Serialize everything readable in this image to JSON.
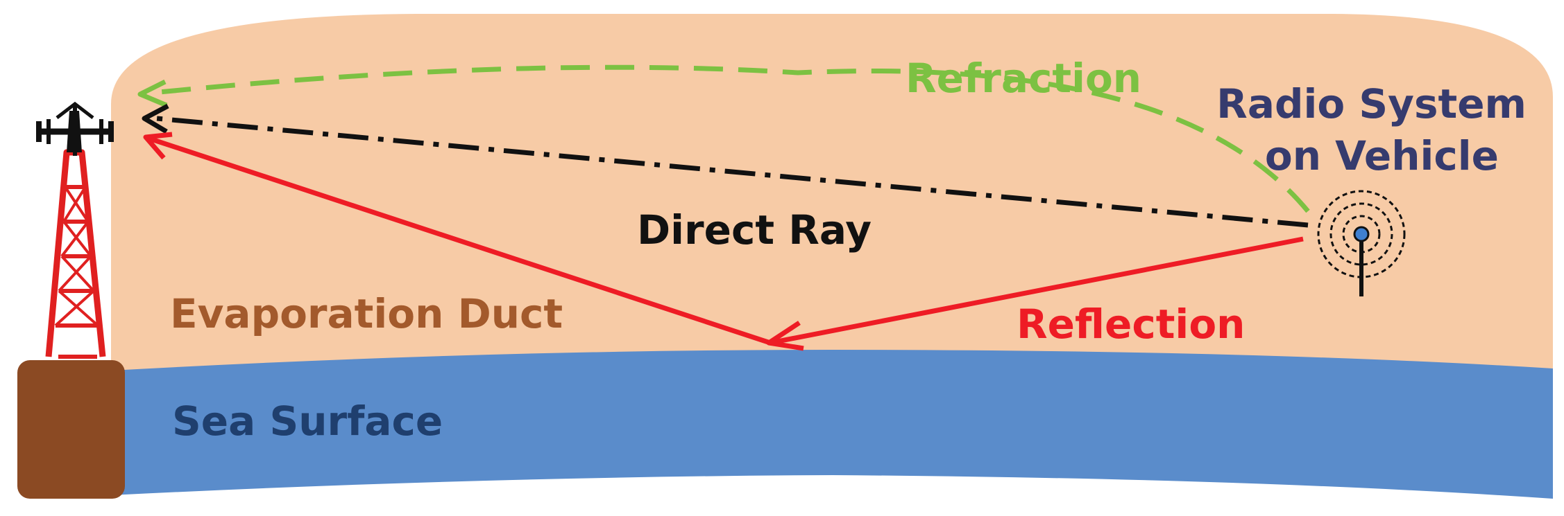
{
  "labels": {
    "refraction": "Refraction",
    "radio_system_line1": "Radio System",
    "radio_system_line2": "on Vehicle",
    "direct_ray": "Direct Ray",
    "evaporation_duct": "Evaporation Duct",
    "reflection": "Reflection",
    "sea_surface": "Sea Surface"
  },
  "colors": {
    "duct_fill": "#f7cba6",
    "sea_fill": "#5a8ccb",
    "buoy_fill": "#8b4a23",
    "tower_red": "#e02020",
    "tower_black": "#111111",
    "refraction_green": "#7cc142",
    "direct_black": "#111111",
    "reflection_red": "#ee1c25",
    "refraction_text": "#7cc142",
    "radio_text": "#363b6e",
    "direct_text": "#111111",
    "duct_text": "#a35a2c",
    "reflection_text": "#ee1c25",
    "sea_text": "#1f3f6e"
  },
  "icons": {
    "tower": "transmission-tower-icon",
    "radio": "radio-antenna-icon"
  }
}
